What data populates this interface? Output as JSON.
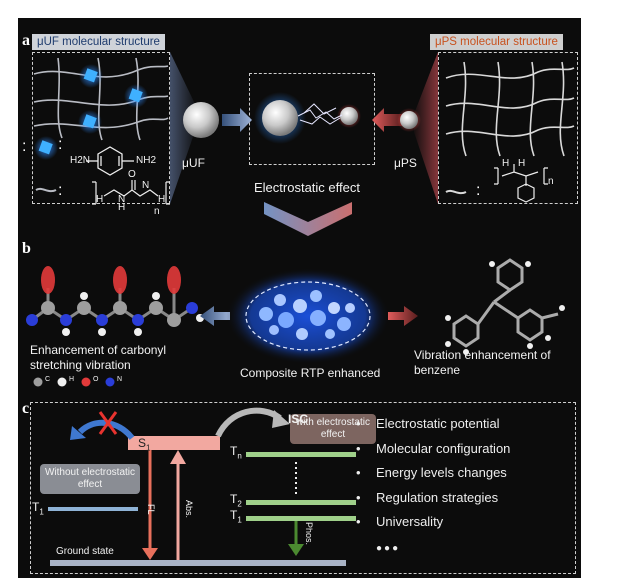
{
  "panels": {
    "a": "a",
    "b": "b",
    "c": "c"
  },
  "panel_a": {
    "uf_header": "μUF molecular structure",
    "ps_header": "μPS molecular structure",
    "uf_label": "μUF",
    "ps_label": "μPS",
    "center_caption": "Electrostatic effect",
    "uf_legend_colon1": ":",
    "uf_legend_colon2": ":",
    "uf_monomer_atoms": [
      "H2N",
      "NH2"
    ],
    "uf_chain_atoms": [
      "H",
      "N",
      "H",
      "O",
      "N",
      "H",
      "n"
    ],
    "ps_legend_colon": ":",
    "ps_atoms": [
      "H",
      "H",
      "n"
    ]
  },
  "panel_b": {
    "left_caption_line1": "Enhancement of carbonyl",
    "left_caption_line2": "stretching vibration",
    "center_caption": "Composite RTP enhanced",
    "right_caption_line1": "Vibration enhancement of",
    "right_caption_line2": "benzene",
    "atom_legend": [
      {
        "symbol": "C",
        "color": "#9e9e9e"
      },
      {
        "symbol": "H",
        "color": "#f0f0f0"
      },
      {
        "symbol": "O",
        "color": "#e23a3a"
      },
      {
        "symbol": "N",
        "color": "#2a3dd8"
      }
    ]
  },
  "panel_c": {
    "isc_label": "ISC",
    "with_label_line1": "with electrostatic",
    "with_label_line2": "effect",
    "without_label_line1": "Without electrostatic",
    "without_label_line2": "effect",
    "s1": "S",
    "s1_sub": "1",
    "tn": "T",
    "tn_sub": "n",
    "t2": "T",
    "t2_sub": "2",
    "t1": "T",
    "t1_sub": "1",
    "t1_left": "T",
    "t1_left_sub": "1",
    "fl": "FL",
    "abs": "Abs.",
    "phos": "Phos.",
    "ground": "Ground state",
    "bullets": [
      "Electrostatic potential",
      "Molecular configuration",
      "Energy levels changes",
      "Regulation strategies",
      "Universality",
      "●●●"
    ],
    "colors": {
      "s1": "#f2a8a0",
      "triplet": "#9fd08a",
      "t1_left": "#8fb3d6",
      "ground": "#a9b3c6",
      "fl_arrow": "#e8705c",
      "abs_arrow": "#f2a8a0",
      "phos_arrow": "#4b8a30"
    }
  },
  "colors": {
    "uf_accent": "#1e90ff",
    "ps_accent": "#e0433a"
  }
}
